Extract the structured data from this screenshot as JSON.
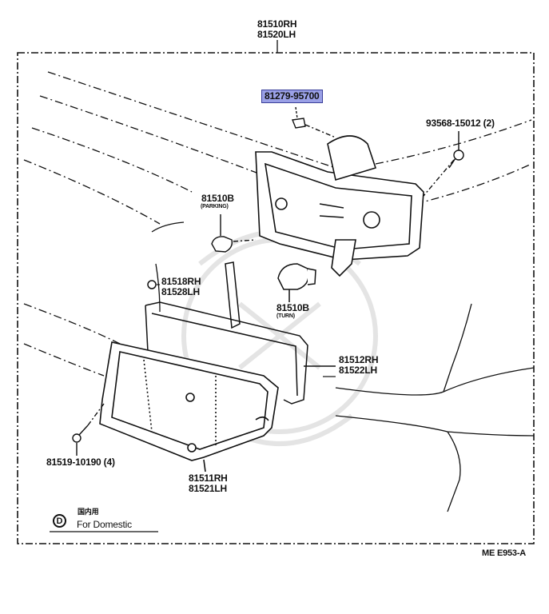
{
  "labels": {
    "assy_rh": "81510RH",
    "assy_lh": "81520LH",
    "highlight_part": "81279-95700",
    "screw_right": "93568-15012 (2)",
    "bulb_parking_no": "81510B",
    "bulb_parking_tag": "(PARKING)",
    "bulb_turn_no": "81510B",
    "bulb_turn_tag": "(TURN)",
    "reflector_rh": "81518RH",
    "reflector_lh": "81528LH",
    "gasket_rh": "81512RH",
    "gasket_lh": "81522LH",
    "screw_left": "81519-10190 (4)",
    "lens_rh": "81511RH",
    "lens_lh": "81521LH",
    "domestic_symbol": "D",
    "domestic_jp": "国内用",
    "domestic_en": "For Domestic",
    "figure_code": "ME E953-A"
  },
  "colors": {
    "line": "#111111",
    "highlight_fill": "#9aa0e6",
    "highlight_border": "#3a3f9a",
    "watermark": "#e6e6e6"
  },
  "icons": [
    "watermark-emblem-icon",
    "domestic-d-icon"
  ]
}
